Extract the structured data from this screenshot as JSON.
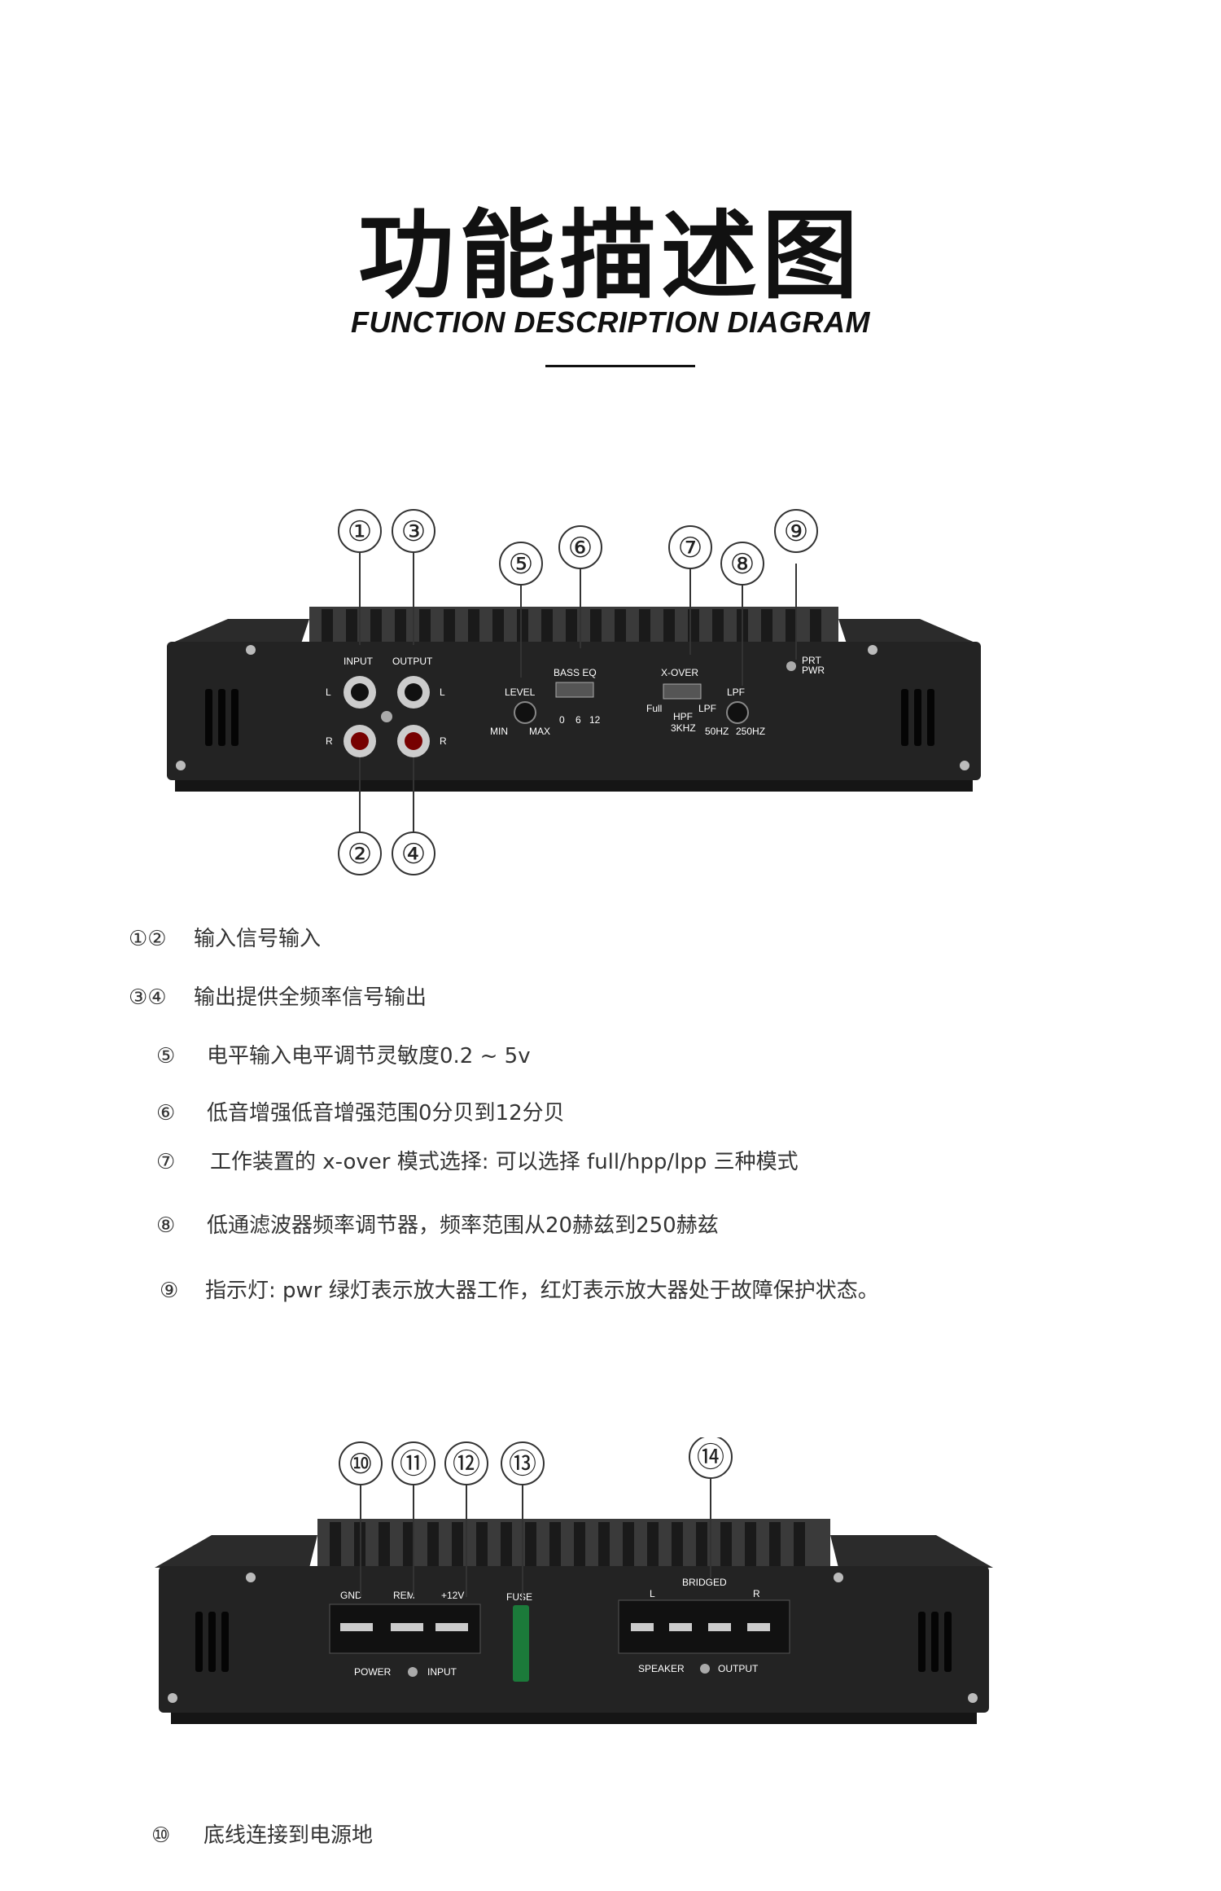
{
  "header": {
    "title_cn": "功能描述图",
    "title_en": "FUNCTION DESCRIPTION DIAGRAM"
  },
  "front_panel": {
    "callouts": [
      "①",
      "③",
      "⑤",
      "⑥",
      "⑦",
      "⑧",
      "⑨",
      "②",
      "④"
    ],
    "labels": {
      "input": "INPUT",
      "output": "OUTPUT",
      "l": "L",
      "r": "R",
      "level": "LEVEL",
      "min": "MIN",
      "max": "MAX",
      "bass_eq": "BASS EQ",
      "eq_0": "0",
      "eq_6": "6",
      "eq_12": "12",
      "x_over": "X-OVER",
      "full": "Full",
      "hpf": "HPF",
      "khz": "3KHZ",
      "lpf_switch": "LPF",
      "lpf": "LPF",
      "hz50": "50HZ",
      "hz250": "250HZ",
      "prt": "PRT",
      "pwr": "PWR"
    }
  },
  "descriptions_front": [
    {
      "num": "①②",
      "text": "输入信号输入"
    },
    {
      "num": "③④",
      "text": "输出提供全频率信号输出"
    },
    {
      "num": "⑤",
      "text": "电平输入电平调节灵敏度0.2 ~ 5v"
    },
    {
      "num": "⑥",
      "text": "低音增强低音增强范围0分贝到12分贝"
    },
    {
      "num": "⑦",
      "text": "工作装置的 x-over 模式选择: 可以选择 full/hpp/lpp 三种模式"
    },
    {
      "num": "⑧",
      "text": "低通滤波器频率调节器，频率范围从20赫兹到250赫兹"
    },
    {
      "num": "⑨",
      "text": "指示灯: pwr 绿灯表示放大器工作，红灯表示放大器处于故障保护状态。"
    }
  ],
  "rear_panel": {
    "callouts": [
      "⑩",
      "⑪",
      "⑫",
      "⑬",
      "⑭"
    ],
    "labels": {
      "gnd": "GND",
      "rem": "REM",
      "v12": "+12V",
      "fuse": "FUSE",
      "bridged": "BRIDGED",
      "l": "L",
      "r": "R",
      "power": "POWER",
      "input": "INPUT",
      "speaker": "SPEAKER",
      "output": "OUTPUT"
    }
  },
  "descriptions_rear": [
    {
      "num": "⑩",
      "text": "底线连接到电源地"
    }
  ]
}
